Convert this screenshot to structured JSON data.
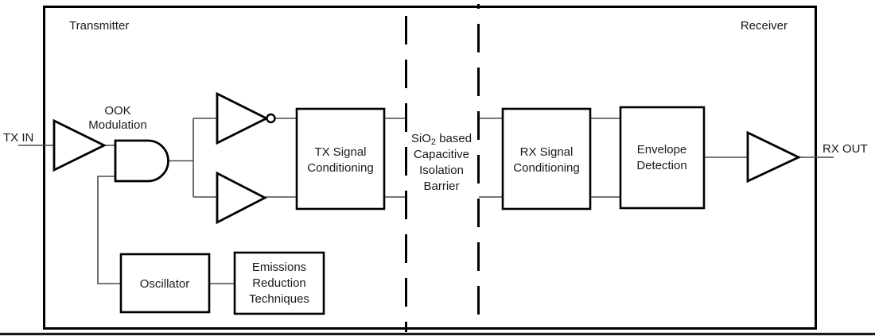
{
  "diagram": {
    "transmitter_label": "Transmitter",
    "receiver_label": "Receiver",
    "tx_in_label": "TX IN",
    "rx_out_label": "RX OUT",
    "ook_modulation": {
      "line1": "OOK",
      "line2": "Modulation"
    },
    "blocks": {
      "tx_signal_conditioning": {
        "line1": "TX Signal",
        "line2": "Conditioning"
      },
      "rx_signal_conditioning": {
        "line1": "RX Signal",
        "line2": "Conditioning"
      },
      "envelope_detection": {
        "line1": "Envelope",
        "line2": "Detection"
      },
      "oscillator": {
        "line1": "Oscillator"
      },
      "emissions_reduction": {
        "line1": "Emissions",
        "line2": "Reduction",
        "line3": "Techniques"
      }
    },
    "isolation_barrier": {
      "line1_prefix": "SiO",
      "line1_sub": "2",
      "line1_suffix": " based",
      "line2": "Capacitive",
      "line3": "Isolation",
      "line4": "Barrier"
    },
    "colors": {
      "outline": "#000000",
      "wire": "#4a4a4a",
      "background": "#ffffff",
      "bottom_rule": "#1b1b1b"
    }
  }
}
